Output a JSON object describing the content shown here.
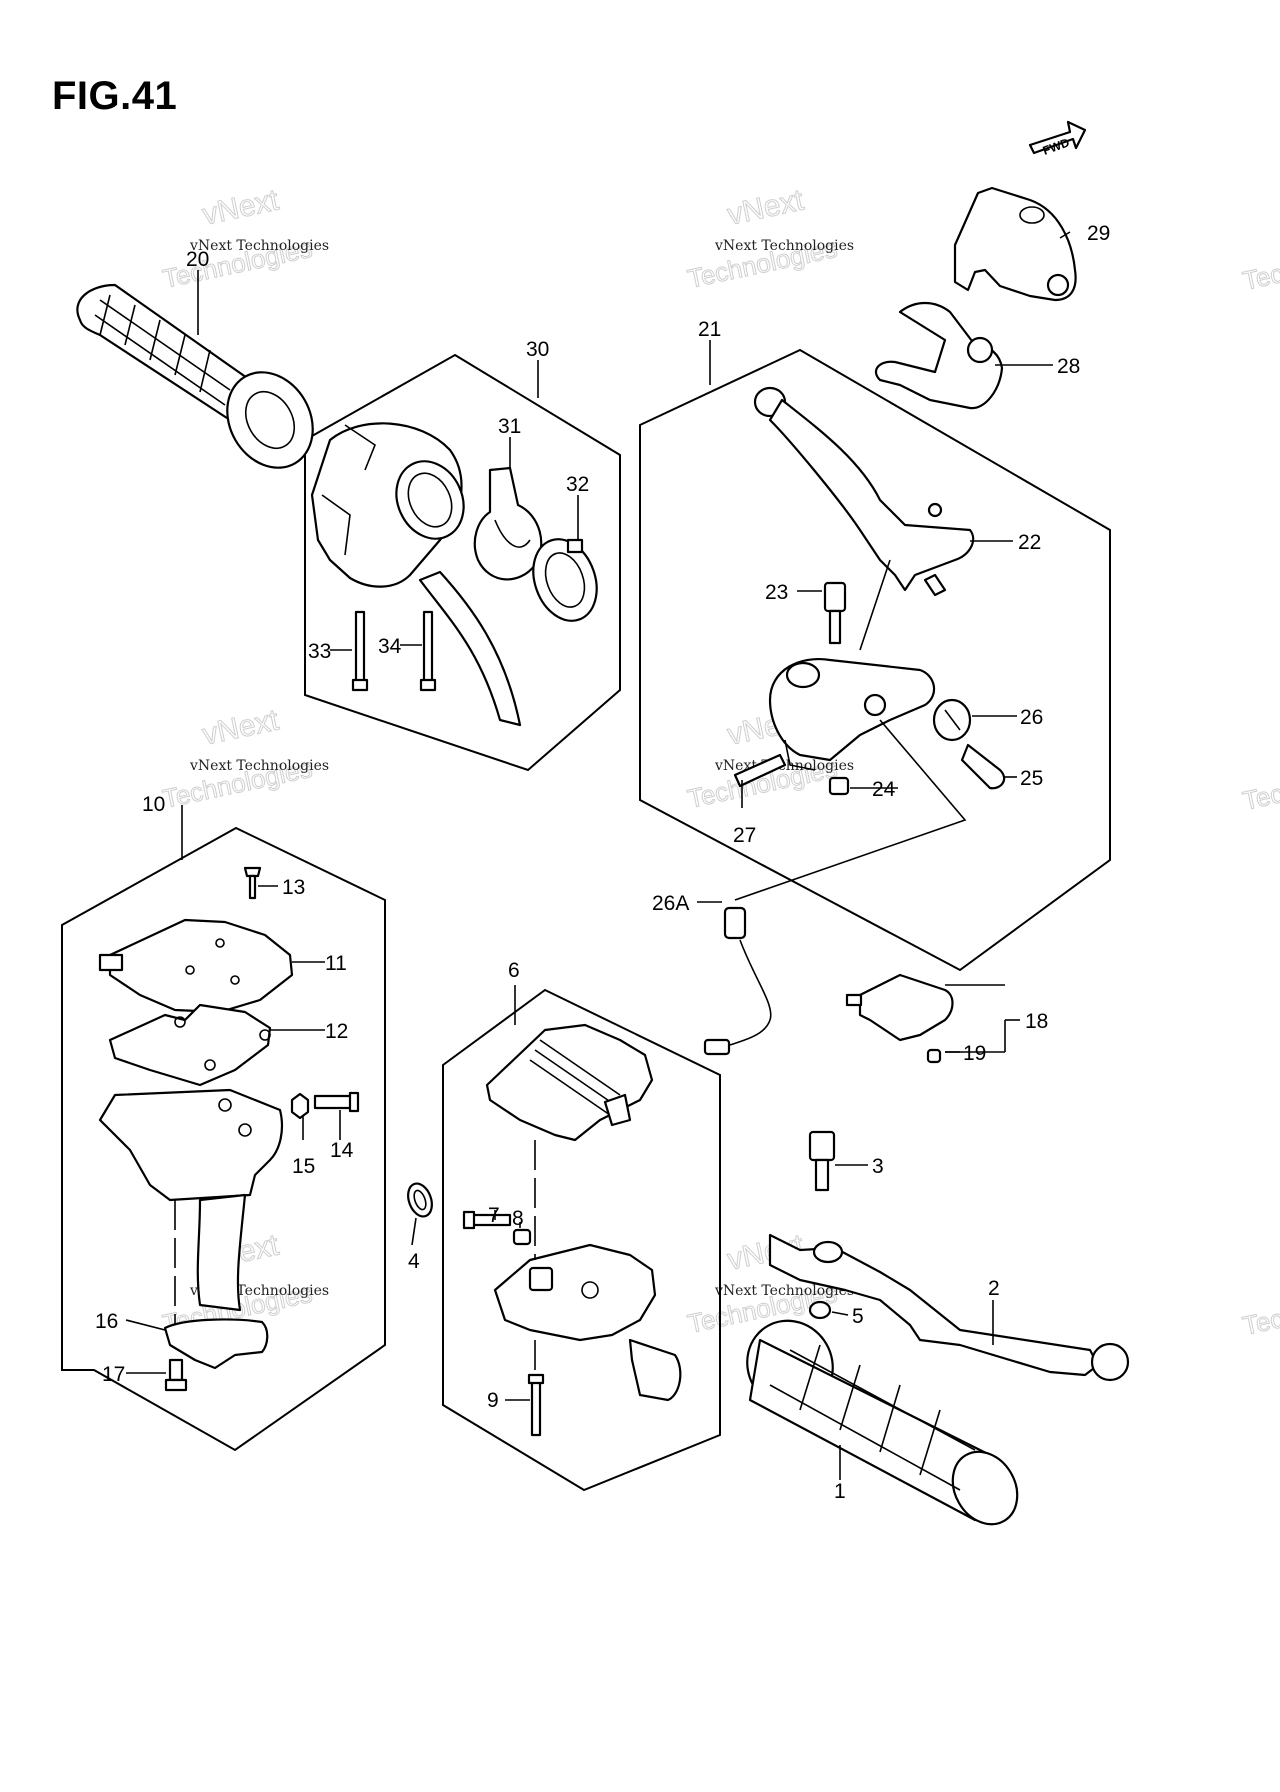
{
  "figure": {
    "title": "FIG.41"
  },
  "watermark": {
    "line1": "vNext Technologies",
    "line2": "vNext",
    "line3": "Technologies"
  },
  "fwd_label": "FWD",
  "callouts": {
    "c1": "1",
    "c2": "2",
    "c3": "3",
    "c4": "4",
    "c5": "5",
    "c6": "6",
    "c7": "7",
    "c8": "8",
    "c9": "9",
    "c10": "10",
    "c11": "11",
    "c12": "12",
    "c13": "13",
    "c14": "14",
    "c15": "15",
    "c16": "16",
    "c17": "17",
    "c18": "18",
    "c19": "19",
    "c20": "20",
    "c21": "21",
    "c22": "22",
    "c23": "23",
    "c24": "24",
    "c25": "25",
    "c26": "26",
    "c26a": "26A",
    "c27": "27",
    "c28": "28",
    "c29": "29",
    "c30": "30",
    "c31": "31",
    "c32": "32",
    "c33": "33",
    "c34": "34"
  }
}
